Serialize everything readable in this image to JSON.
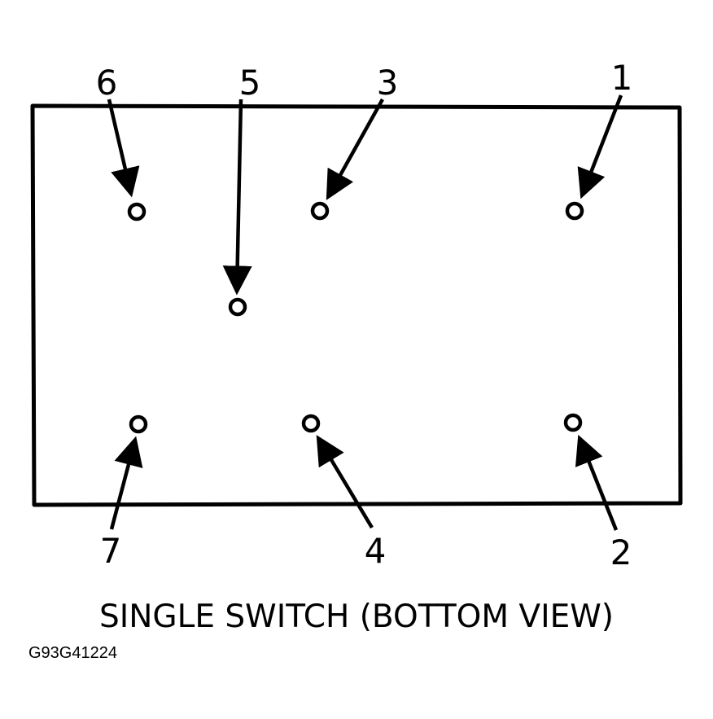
{
  "diagram": {
    "caption": "SINGLE SWITCH (BOTTOM VIEW)",
    "figure_id": "G93G41224",
    "line_color": "#000000",
    "background": "#ffffff",
    "pins": [
      {
        "number": "1"
      },
      {
        "number": "2"
      },
      {
        "number": "3"
      },
      {
        "number": "4"
      },
      {
        "number": "5"
      },
      {
        "number": "6"
      },
      {
        "number": "7"
      }
    ]
  }
}
